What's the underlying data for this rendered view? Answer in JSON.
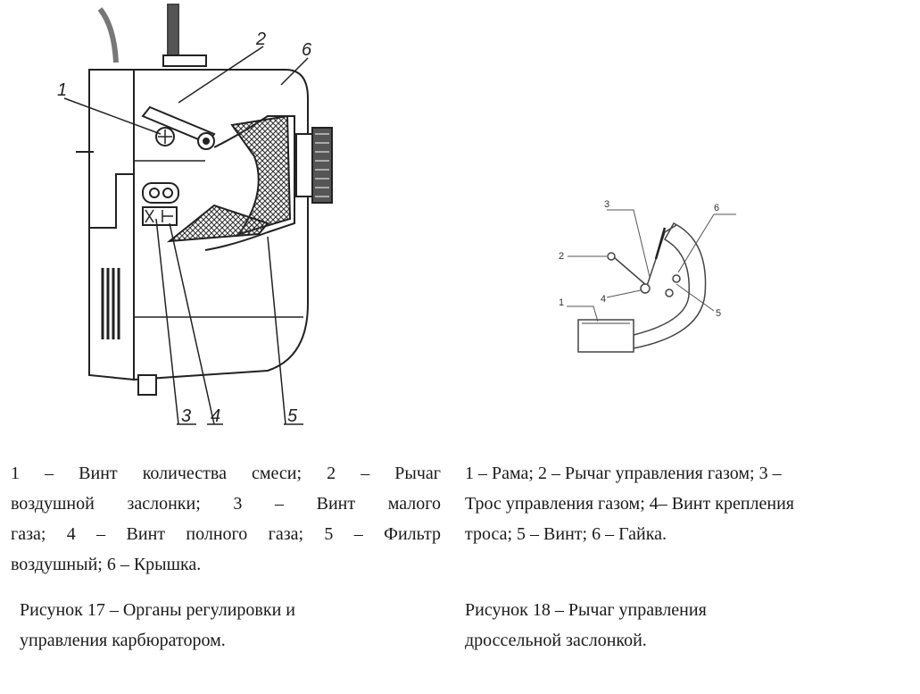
{
  "figure17": {
    "callouts": [
      "1",
      "2",
      "6",
      "3",
      "4",
      "5"
    ],
    "legend_lines": [
      "1 – Винт количества смеси; 2 – Рычаг",
      "воздушной заслонки; 3 – Винт малого",
      "газа; 4 – Винт полного газа; 5 – Фильтр",
      "воздушный; 6 – Крышка."
    ],
    "caption_lines": [
      "Рисунок 17  –  Органы регулировки и",
      "управления карбюратором."
    ]
  },
  "figure18": {
    "callouts": [
      "3",
      "6",
      "2",
      "4",
      "5",
      "1"
    ],
    "legend_lines": [
      "1 – Рама; 2 – Рычаг управления газом;  3 –",
      "Трос управления газом; 4– Винт крепления",
      "троса; 5 – Винт; 6 – Гайка."
    ],
    "caption_lines": [
      "Рисунок 18 – Рычаг управления",
      "дроссельной заслонкой."
    ]
  }
}
